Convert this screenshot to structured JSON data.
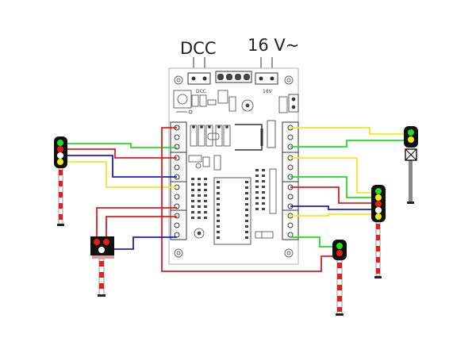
{
  "labels": {
    "dcc_input": "DCC",
    "power_input": "16 V~",
    "board_dcc_silk": "DCC",
    "board_power_silk": "16V"
  },
  "wire_colors": {
    "green": "#22dd22",
    "red": "#e81a1a",
    "yellow": "#f2ea1f",
    "blue": "#1a1ad9",
    "white": "#ffffff"
  },
  "signals": [
    {
      "name": "signal-left-four-aspect",
      "lamps": [
        "green",
        "red",
        "white",
        "yellow"
      ],
      "mast": "red-white"
    },
    {
      "name": "signal-dwarf-shunting",
      "lamps": [
        "red",
        "red",
        "white"
      ],
      "mast": "red-white"
    },
    {
      "name": "signal-right-distant",
      "lamps": [
        "green",
        "yellow"
      ],
      "mast": "grey"
    },
    {
      "name": "signal-right-five-aspect",
      "lamps": [
        "green",
        "yellow",
        "red",
        "white",
        "yellow"
      ],
      "mast": "red-white"
    },
    {
      "name": "signal-bottom-two-aspect",
      "lamps": [
        "green",
        "red"
      ],
      "mast": "red-white"
    }
  ]
}
